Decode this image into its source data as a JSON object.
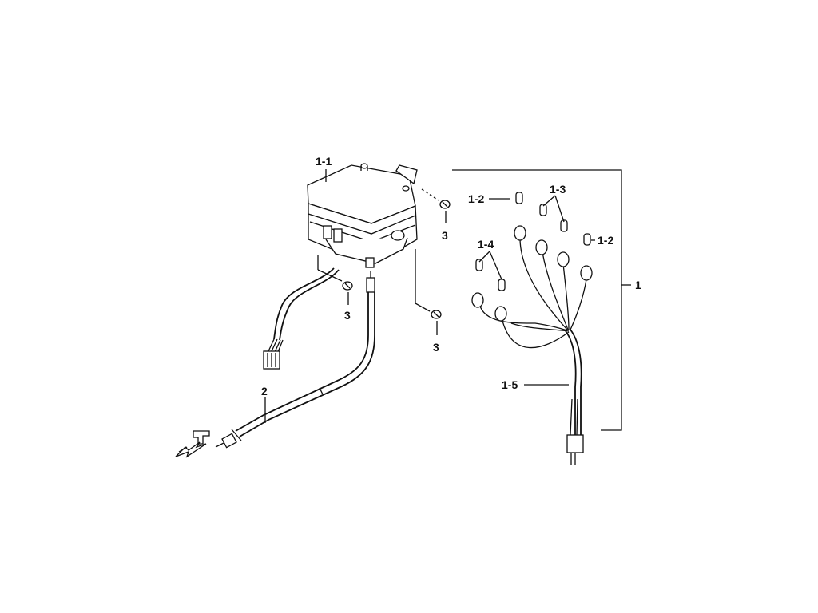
{
  "labels": {
    "assembly": "1",
    "meter_body": "1-1",
    "bulb_left": "1-2",
    "bulb_right": "1-2",
    "bulb_pair_top": "1-3",
    "bulb_pair_left": "1-4",
    "harness": "1-5",
    "cable": "2",
    "screw_top": "3",
    "screw_mid": "3",
    "screw_bottom": "3"
  },
  "colors": {
    "ink": "#111111",
    "paper": "#ffffff"
  }
}
